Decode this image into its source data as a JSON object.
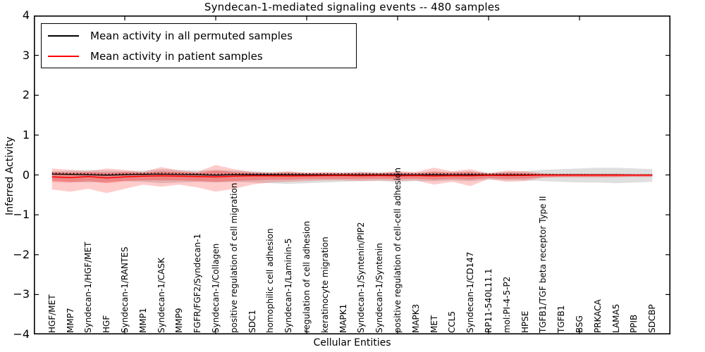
{
  "title": "Syndecan-1-mediated signaling events -- 480 samples",
  "axes": {
    "ylabel": "Inferred Activity",
    "xlabel": "Cellular Entities",
    "yticks": [
      "4",
      "3",
      "2",
      "1",
      "0",
      "−1",
      "−2",
      "−3",
      "−4"
    ],
    "ylim": [
      -4,
      4
    ],
    "xlim": [
      0,
      35
    ],
    "x_major_tick_values": [
      5,
      10,
      15,
      20,
      25,
      30
    ]
  },
  "legend": {
    "items": [
      {
        "label": "Mean activity in all permuted samples",
        "color": "#000000"
      },
      {
        "label": "Mean activity in patient samples",
        "color": "#ff0000"
      }
    ]
  },
  "colors": {
    "permuted_line": "#000000",
    "patient_line": "#ff0000",
    "permuted_band": "rgba(128,128,128,0.25)",
    "patient_band_outer": "rgba(255,0,0,0.20)",
    "patient_band_inner": "rgba(255,0,0,0.25)",
    "frame": "#000000",
    "background": "#ffffff"
  },
  "chart_data": {
    "type": "line",
    "title": "Syndecan-1-mediated signaling events -- 480 samples",
    "xlabel": "Cellular Entities",
    "ylabel": "Inferred Activity",
    "ylim": [
      -4,
      4
    ],
    "xlim": [
      0,
      35
    ],
    "grid": false,
    "legend_position": "upper left",
    "categories": [
      "HGF/MET",
      "MMP7",
      "Syndecan-1/HGF/MET",
      "HGF",
      "Syndecan-1/RANTES",
      "MMP1",
      "Syndecan-1/CASK",
      "MMP9",
      "FGFR/FGF2/Syndecan-1",
      "Syndecan-1/Collagen",
      "positive regulation of cell migration",
      "SDC1",
      "homophilic cell adhesion",
      "Syndecan-1/Laminin-5",
      "regulation of cell adhesion",
      "keratinocyte migration",
      "MAPK1",
      "Syndecan-1/Syntenin/PIP2",
      "Syndecan-1/Syntenin",
      "positive regulation of cell-cell adhesion",
      "MAPK3",
      "MET",
      "CCL5",
      "Syndecan-1/CD147",
      "RP11-540L11.1",
      "mol:PI-4-5-P2",
      "HPSE",
      "TGFB1/TGF beta receptor Type II",
      "TGFB1",
      "BSG",
      "PRKACA",
      "LAMA5",
      "PPIB",
      "SDCBP"
    ],
    "series": [
      {
        "name": "Mean activity in all permuted samples",
        "color": "#000000",
        "style": "solid",
        "values": [
          0.02,
          0.015,
          0.005,
          -0.005,
          0.005,
          0.015,
          0.02,
          0.01,
          0.005,
          -0.005,
          0.005,
          0.005,
          0.005,
          0.003,
          0.002,
          0.002,
          0.002,
          0.002,
          0.002,
          0.002,
          0.002,
          0.003,
          0.002,
          0.003,
          0.002,
          0.002,
          0.002,
          0.001,
          0.001,
          0.001,
          0.001,
          0.001,
          0.0,
          0.0
        ]
      },
      {
        "name": "Mean activity in patient samples",
        "color": "#ff0000",
        "style": "solid",
        "values": [
          -0.048,
          -0.065,
          -0.039,
          -0.074,
          -0.048,
          -0.03,
          -0.021,
          -0.03,
          -0.039,
          -0.048,
          -0.03,
          -0.021,
          -0.021,
          -0.027,
          -0.021,
          -0.018,
          -0.016,
          -0.019,
          -0.016,
          -0.021,
          -0.016,
          -0.027,
          -0.018,
          -0.023,
          -0.009,
          -0.016,
          -0.012,
          -0.005,
          -0.004,
          -0.004,
          -0.004,
          -0.004,
          -0.004,
          -0.004
        ]
      },
      {
        "name": "Permuted median (dotted reference)",
        "color": "#000000",
        "style": "dotted",
        "values": [
          0.045,
          0.04,
          0.03,
          0.02,
          0.03,
          0.04,
          0.045,
          0.035,
          0.03,
          0.02,
          0.03,
          0.03,
          0.03,
          0.03,
          0.03,
          0.03,
          0.03,
          0.03,
          0.03,
          0.03,
          0.03,
          0.03,
          0.03,
          0.03,
          0.025,
          0.025,
          0.02,
          0.015,
          0.01,
          0.008,
          0.006,
          0.005,
          0.004,
          0.003
        ]
      }
    ],
    "bands": [
      {
        "name": "permuted samples spread",
        "color": "rgba(128,128,128,0.25)",
        "upper": [
          0.094,
          0.111,
          0.129,
          0.111,
          0.094,
          0.111,
          0.147,
          0.129,
          0.111,
          0.129,
          0.111,
          0.094,
          0.076,
          0.076,
          0.058,
          0.058,
          0.058,
          0.076,
          0.058,
          0.076,
          0.058,
          0.094,
          0.076,
          0.094,
          0.058,
          0.076,
          0.094,
          0.129,
          0.147,
          0.164,
          0.182,
          0.182,
          0.164,
          0.147
        ],
        "lower": [
          -0.136,
          -0.171,
          -0.189,
          -0.171,
          -0.154,
          -0.171,
          -0.207,
          -0.189,
          -0.171,
          -0.189,
          -0.171,
          -0.189,
          -0.207,
          -0.224,
          -0.207,
          -0.189,
          -0.171,
          -0.154,
          -0.154,
          -0.171,
          -0.154,
          -0.154,
          -0.136,
          -0.154,
          -0.118,
          -0.136,
          -0.136,
          -0.154,
          -0.171,
          -0.189,
          -0.189,
          -0.207,
          -0.189,
          -0.171
        ]
      },
      {
        "name": "patient samples spread (outer)",
        "color": "rgba(255,0,0,0.20)",
        "upper": [
          0.164,
          0.129,
          0.094,
          0.164,
          0.129,
          0.076,
          0.2,
          0.111,
          0.076,
          0.253,
          0.147,
          0.076,
          0.058,
          0.094,
          0.058,
          0.076,
          0.058,
          0.076,
          0.058,
          0.094,
          0.076,
          0.182,
          0.094,
          0.147,
          0.041,
          0.111,
          0.094,
          0.041,
          0.032,
          0.032,
          0.032,
          0.032,
          0.023,
          0.023
        ],
        "lower": [
          -0.366,
          -0.419,
          -0.348,
          -0.454,
          -0.348,
          -0.242,
          -0.295,
          -0.242,
          -0.313,
          -0.419,
          -0.348,
          -0.242,
          -0.189,
          -0.171,
          -0.154,
          -0.136,
          -0.136,
          -0.154,
          -0.136,
          -0.154,
          -0.136,
          -0.242,
          -0.171,
          -0.277,
          -0.101,
          -0.171,
          -0.154,
          -0.065,
          -0.057,
          -0.057,
          -0.057,
          -0.057,
          -0.048,
          -0.048
        ]
      },
      {
        "name": "patient samples spread (inner)",
        "color": "rgba(255,0,0,0.25)",
        "upper": [
          0.076,
          0.058,
          0.076,
          0.058,
          0.076,
          0.058,
          0.094,
          0.076,
          0.058,
          0.111,
          0.076,
          0.058,
          0.041,
          0.058,
          0.041,
          0.041,
          0.041,
          0.041,
          0.041,
          0.058,
          0.041,
          0.076,
          0.058,
          0.076,
          0.032,
          0.058,
          0.049,
          0.023,
          0.023,
          0.023,
          0.023,
          0.023,
          0.014,
          0.014
        ],
        "lower": [
          -0.171,
          -0.189,
          -0.154,
          -0.207,
          -0.154,
          -0.136,
          -0.136,
          -0.136,
          -0.154,
          -0.171,
          -0.154,
          -0.136,
          -0.118,
          -0.118,
          -0.101,
          -0.101,
          -0.101,
          -0.101,
          -0.092,
          -0.101,
          -0.092,
          -0.118,
          -0.101,
          -0.118,
          -0.074,
          -0.101,
          -0.092,
          -0.057,
          -0.048,
          -0.048,
          -0.048,
          -0.048,
          -0.039,
          -0.039
        ]
      }
    ]
  }
}
